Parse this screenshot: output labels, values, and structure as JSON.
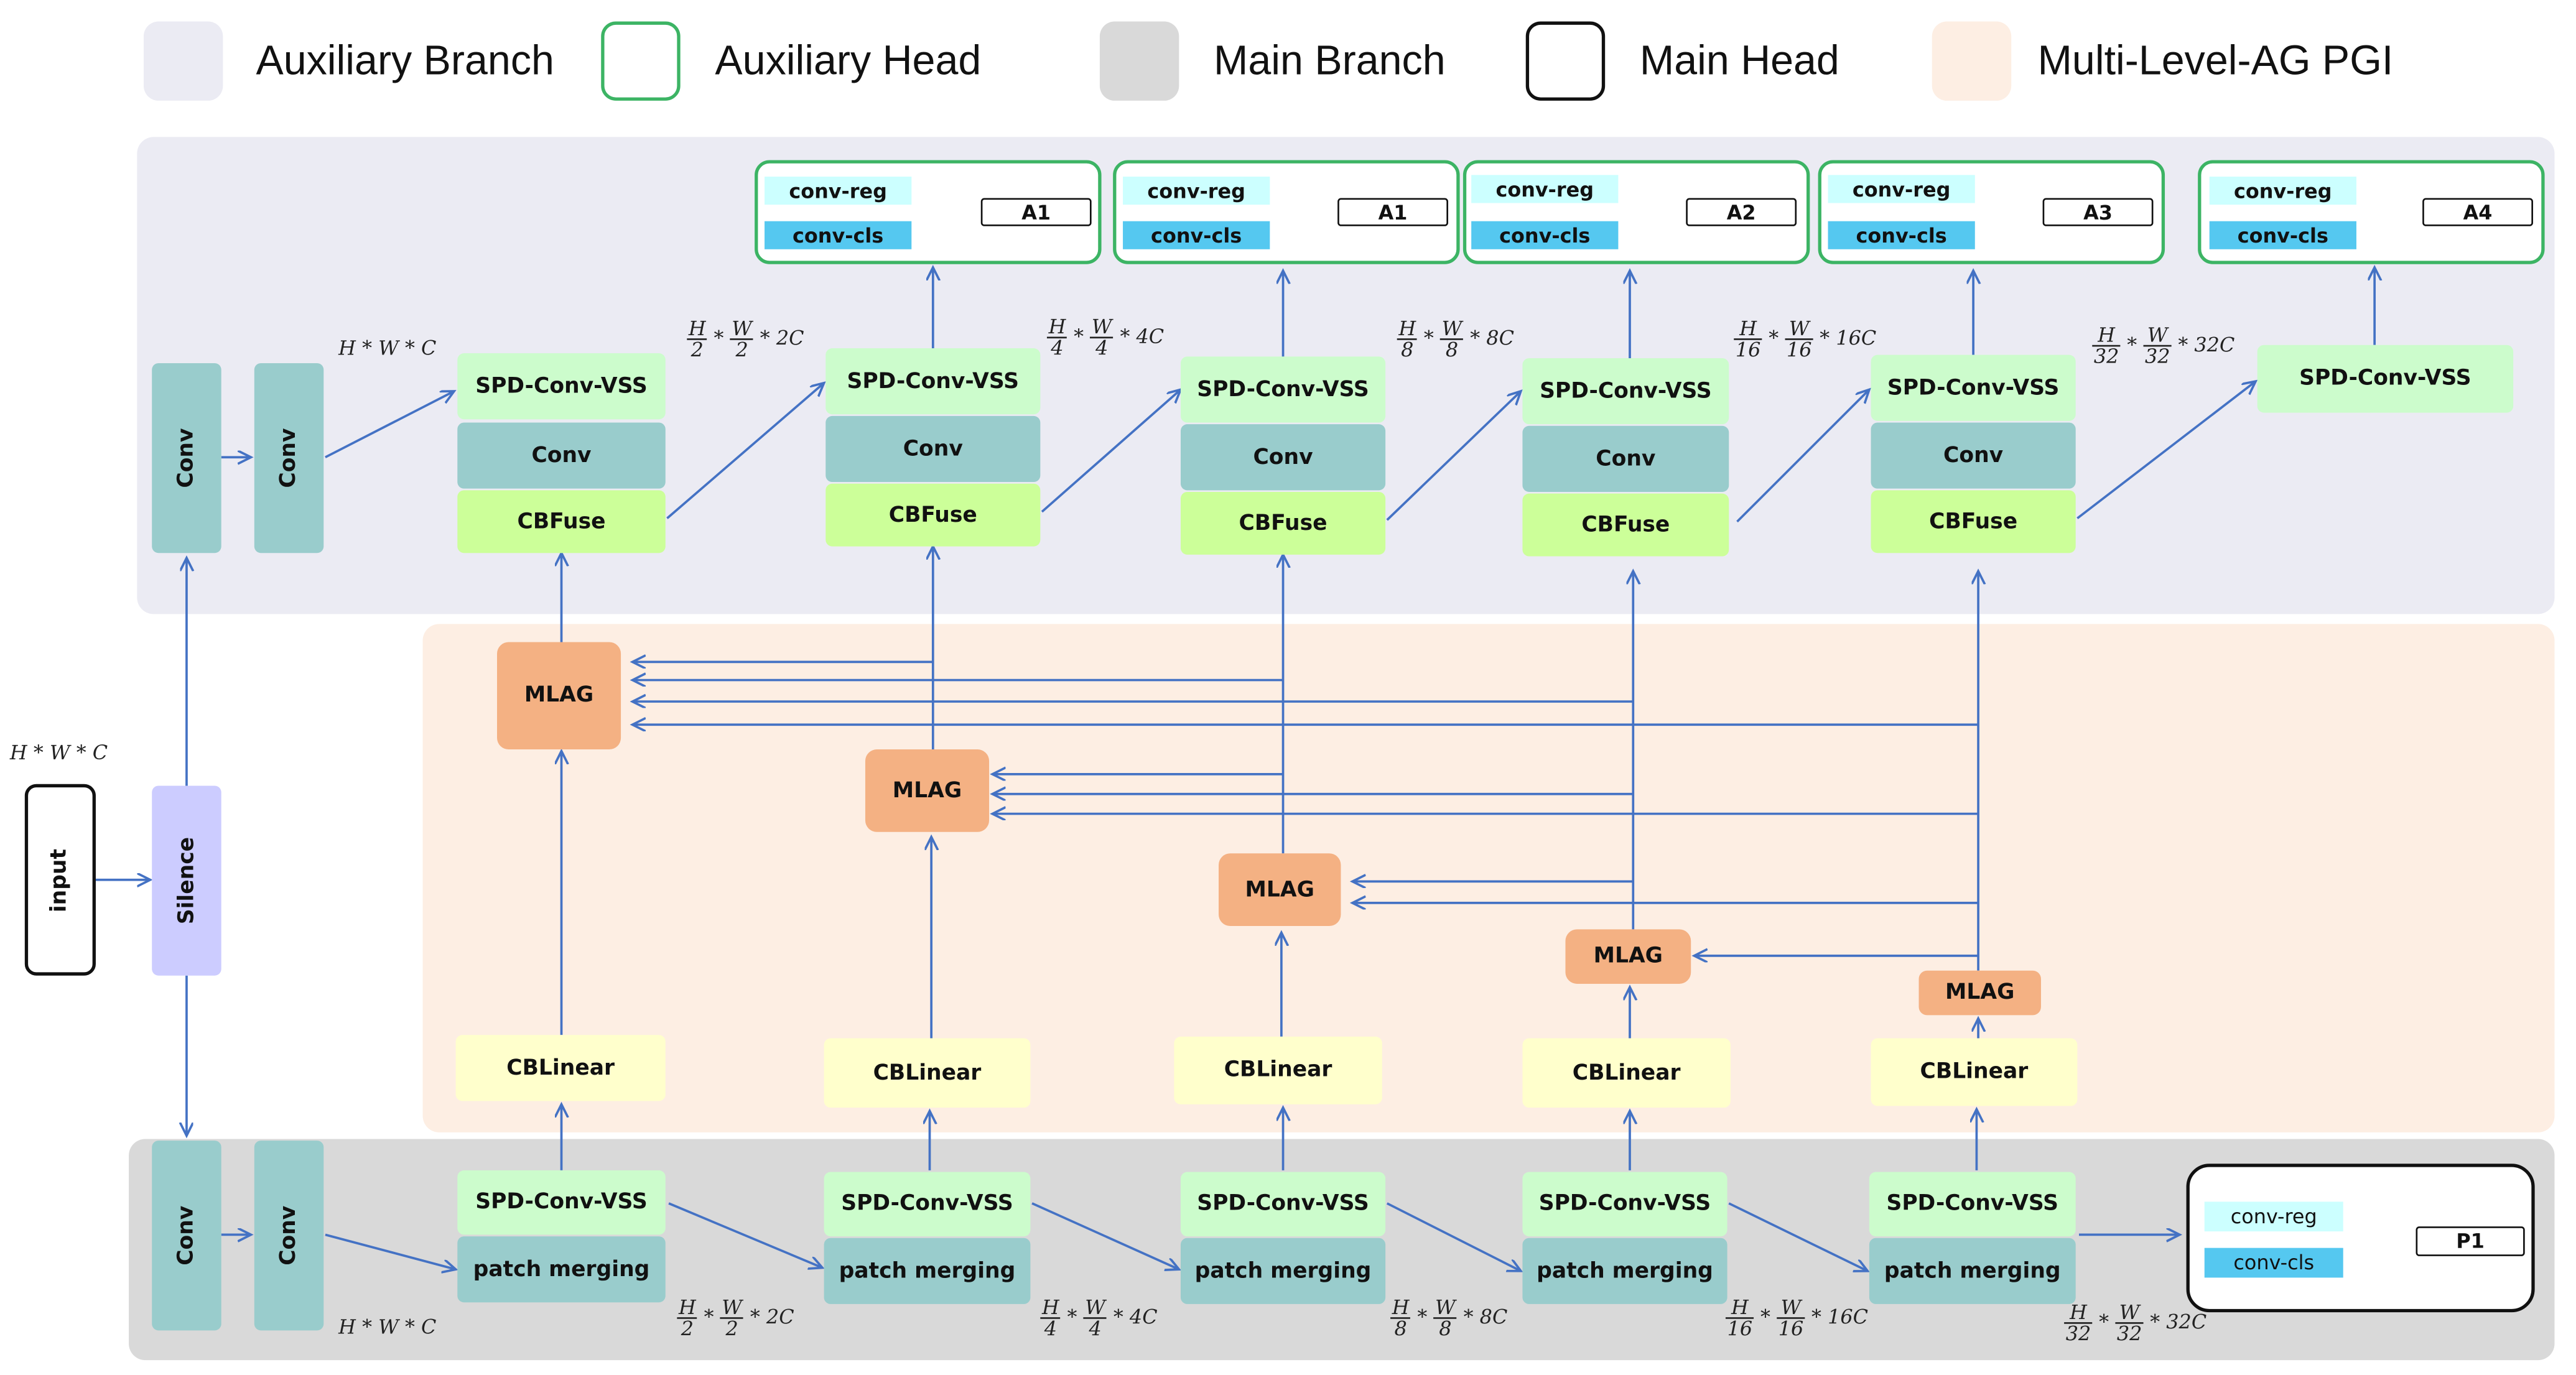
{
  "legend": [
    {
      "label": "Auxiliary Branch",
      "fill": "#ebebf3",
      "border": "none"
    },
    {
      "label": "Auxiliary Head",
      "fill": "#ffffff",
      "border": "#3cb464"
    },
    {
      "label": "Main Branch",
      "fill": "#d9d9d9",
      "border": "none"
    },
    {
      "label": "Main Head",
      "fill": "#ffffff",
      "border": "#111111"
    },
    {
      "label": "Multi-Level-AG PGI",
      "fill": "#fdeee3",
      "border": "none"
    }
  ],
  "colors": {
    "aux_branch_bg": "#ebebf3",
    "pgi_bg": "#fdeee3",
    "main_branch_bg": "#d9d9d9",
    "arrow": "#4472c4",
    "conv": "#99cccc",
    "spd_conv_vss": "#ccfccc",
    "cbfuse": "#ccff99",
    "cblinear": "#ffffcc",
    "mlag": "#f4b183",
    "silence": "#ccccff",
    "aux_head_border": "#3cb464"
  },
  "input": {
    "label": "input",
    "dim": "H * W * C"
  },
  "silence": {
    "label": "Silence"
  },
  "aux_branch": {
    "conv_labels": [
      "Conv",
      "Conv"
    ],
    "stem_dim": "H * W * C",
    "stages": [
      {
        "vss": "SPD-Conv-VSS",
        "conv": "Conv",
        "fuse": "CBFuse"
      },
      {
        "vss": "SPD-Conv-VSS",
        "conv": "Conv",
        "fuse": "CBFuse"
      },
      {
        "vss": "SPD-Conv-VSS",
        "conv": "Conv",
        "fuse": "CBFuse"
      },
      {
        "vss": "SPD-Conv-VSS",
        "conv": "Conv",
        "fuse": "CBFuse"
      },
      {
        "vss": "SPD-Conv-VSS",
        "conv": "Conv",
        "fuse": "CBFuse"
      }
    ],
    "last_vss": "SPD-Conv-VSS",
    "stage_dims": [
      {
        "h": "H",
        "hd": "2",
        "w": "W",
        "wd": "2",
        "c": "2C"
      },
      {
        "h": "H",
        "hd": "4",
        "w": "W",
        "wd": "4",
        "c": "4C"
      },
      {
        "h": "H",
        "hd": "8",
        "w": "W",
        "wd": "8",
        "c": "8C"
      },
      {
        "h": "H",
        "hd": "16",
        "w": "W",
        "wd": "16",
        "c": "16C"
      },
      {
        "h": "H",
        "hd": "32",
        "w": "W",
        "wd": "32",
        "c": "32C"
      }
    ]
  },
  "aux_heads": [
    {
      "reg": "conv-reg",
      "cls": "conv-cls",
      "out": "A1"
    },
    {
      "reg": "conv-reg",
      "cls": "conv-cls",
      "out": "A1"
    },
    {
      "reg": "conv-reg",
      "cls": "conv-cls",
      "out": "A2"
    },
    {
      "reg": "conv-reg",
      "cls": "conv-cls",
      "out": "A3"
    },
    {
      "reg": "conv-reg",
      "cls": "conv-cls",
      "out": "A4"
    }
  ],
  "pgi": {
    "mlag_labels": [
      "MLAG",
      "MLAG",
      "MLAG",
      "MLAG",
      "MLAG"
    ],
    "cblinear_labels": [
      "CBLinear",
      "CBLinear",
      "CBLinear",
      "CBLinear",
      "CBLinear"
    ]
  },
  "main_branch": {
    "conv_labels": [
      "Conv",
      "Conv"
    ],
    "stem_dim": "H * W * C",
    "stages": [
      {
        "vss": "SPD-Conv-VSS",
        "merge": "patch merging"
      },
      {
        "vss": "SPD-Conv-VSS",
        "merge": "patch merging"
      },
      {
        "vss": "SPD-Conv-VSS",
        "merge": "patch merging"
      },
      {
        "vss": "SPD-Conv-VSS",
        "merge": "patch merging"
      },
      {
        "vss": "SPD-Conv-VSS",
        "merge": "patch merging"
      }
    ],
    "stage_dims": [
      {
        "h": "H",
        "hd": "2",
        "w": "W",
        "wd": "2",
        "c": "2C"
      },
      {
        "h": "H",
        "hd": "4",
        "w": "W",
        "wd": "4",
        "c": "4C"
      },
      {
        "h": "H",
        "hd": "8",
        "w": "W",
        "wd": "8",
        "c": "8C"
      },
      {
        "h": "H",
        "hd": "16",
        "w": "W",
        "wd": "16",
        "c": "16C"
      },
      {
        "h": "H",
        "hd": "32",
        "w": "W",
        "wd": "32",
        "c": "32C"
      }
    ]
  },
  "main_head": {
    "reg": "conv-reg",
    "cls": "conv-cls",
    "out": "P1"
  }
}
